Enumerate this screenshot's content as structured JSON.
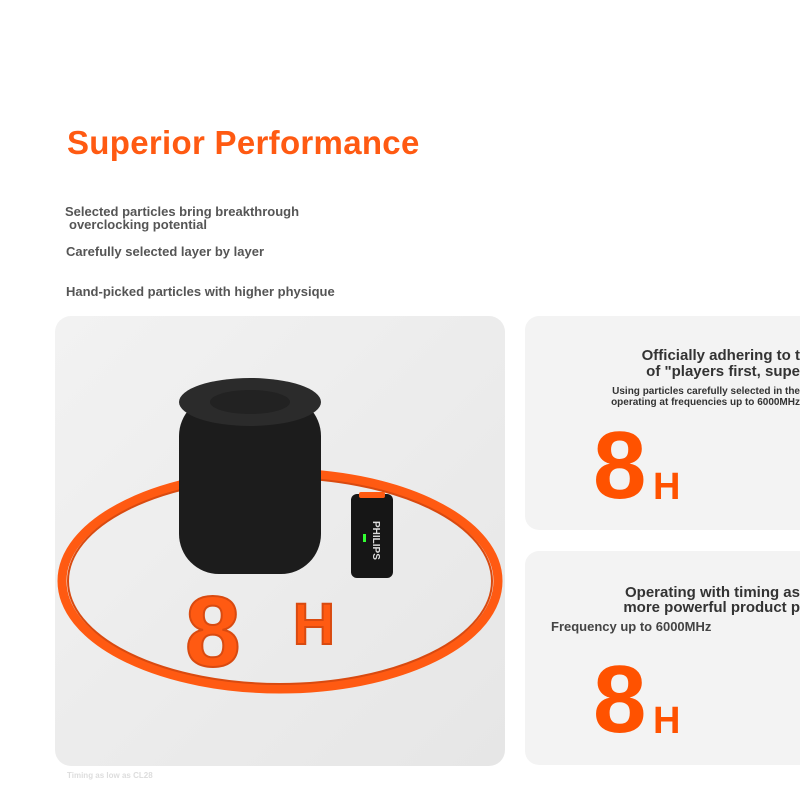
{
  "header": {
    "title": "Superior Performance",
    "lines": [
      "Selected particles bring breakthrough",
      "overclocking potential",
      "Carefully selected layer by layer",
      "Hand-picked particles with higher physique"
    ]
  },
  "product_image": {
    "brand": "PHILIPS",
    "label": "8H",
    "accent": "#ff5a12"
  },
  "cards": [
    {
      "heading1": "Officially adhering to t",
      "heading2": "of \"players first, supe",
      "desc1": "Using particles carefully selected in the",
      "desc2": "operating at frequencies up to 6000MHz",
      "value": "8",
      "unit": "H"
    },
    {
      "heading1": "Operating with timing as",
      "heading2": "more powerful product p",
      "desc1": "Frequency up to 6000MHz",
      "value": "8",
      "unit": "H"
    }
  ],
  "footer_note": "Timing as low as CL28"
}
